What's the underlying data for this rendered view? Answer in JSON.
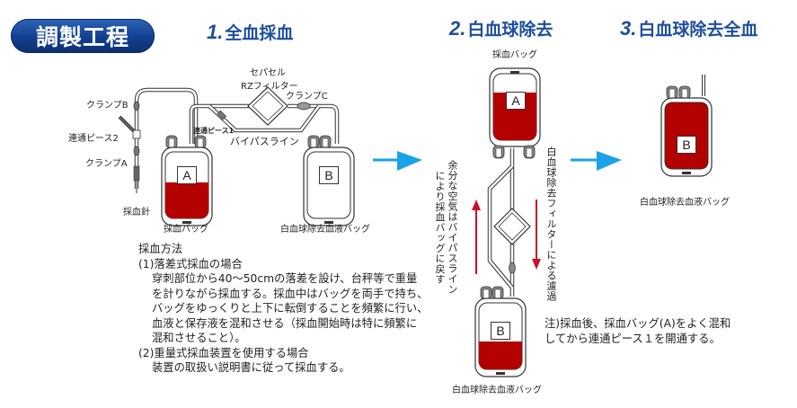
{
  "header": {
    "badge": "調製工程"
  },
  "steps": [
    {
      "num": "1.",
      "title": "全血採血"
    },
    {
      "num": "2.",
      "title": "白血球除去"
    },
    {
      "num": "3.",
      "title": "白血球除去全血"
    }
  ],
  "step1": {
    "filter_label_line1": "セパセル",
    "filter_label_line2": "RZフィルター",
    "clamp_c": "クランプC",
    "clamp_b": "クランプB",
    "connector_2": "連通ピース2",
    "clamp_a": "クランプA",
    "connector_1": "連通ピース1",
    "bypass_line": "バイパスライン",
    "needle": "採血針",
    "bag_a_letter": "A",
    "bag_b_letter": "B",
    "bag_a_label": "採血バッグ",
    "bag_b_label": "白血球除去血液バッグ"
  },
  "method": {
    "title": "採血方法",
    "item1_heading": "(1)落差式採血の場合",
    "item1_lines": [
      "穿刺部位から40〜50cmの落差を設け、台秤等で重量",
      "を計りながら採血する。採血中はバッグを両手で持ち、",
      "バッグをゆっくりと上下に転倒することを頻繁に行い、",
      "血液と保存液を混和させる（採血開始時は特に頻繁に",
      "混和させること）。"
    ],
    "item2_heading": "(2)重量式採血装置を使用する場合",
    "item2_lines": [
      "装置の取扱い説明書に従って採血する。"
    ]
  },
  "step2": {
    "top_bag_label": "採血バッグ",
    "top_bag_letter": "A",
    "bottom_bag_letter": "B",
    "bottom_bag_label": "白血球除去血液バッグ",
    "left_note_col1": "余分な空気はバイパスライン",
    "left_note_col2": "により採血バッグに戻す",
    "right_note": "白血球除去フィルターによる濾過",
    "footnote_line1": "注)採血後、採血バッグ(A)をよく混和",
    "footnote_line2": "してから連通ピース１を開通する。"
  },
  "step3": {
    "bag_letter": "B",
    "bag_label": "白血球除去血液バッグ"
  },
  "colors": {
    "title_blue": "#1d4e9e",
    "badge_blue": "#123f8f",
    "arrow_blue": "#1aa3e8",
    "blood_red": "#b30000",
    "flow_arrow_red": "#c8102e"
  }
}
